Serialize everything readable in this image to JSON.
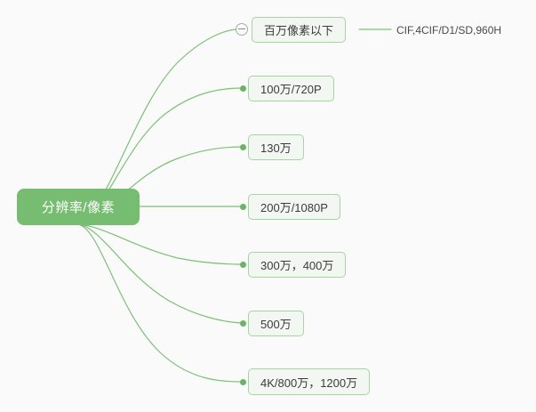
{
  "canvas": {
    "background_color": "#fafafa",
    "accent_color": "#76bd72",
    "branch_color": "#7cc077",
    "node_fill": "#f2f8f1",
    "node_border": "#a8d3a3"
  },
  "root": {
    "label": "分辨率/像素"
  },
  "branches": [
    {
      "label": "百万像素以下",
      "has_toggle": true,
      "toggle_state": "expanded",
      "toggle_icon": "minus-circle-icon",
      "children": [
        {
          "label": "CIF,4CIF/D1/SD,960H",
          "style": "plain"
        }
      ]
    },
    {
      "label": "100万/720P",
      "has_toggle": false,
      "children": []
    },
    {
      "label": "130万",
      "has_toggle": false,
      "children": []
    },
    {
      "label": "200万/1080P",
      "has_toggle": false,
      "children": []
    },
    {
      "label": "300万，400万",
      "has_toggle": false,
      "children": []
    },
    {
      "label": "500万",
      "has_toggle": false,
      "children": []
    },
    {
      "label": "4K/800万，1200万",
      "has_toggle": false,
      "children": []
    }
  ]
}
